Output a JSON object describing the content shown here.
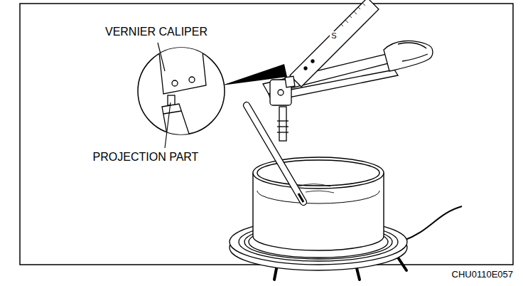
{
  "diagram": {
    "labels": [
      "VERNIER CALIPER",
      "PROJECTION PART",
      "S",
      "CHU0110E057"
    ]
  }
}
